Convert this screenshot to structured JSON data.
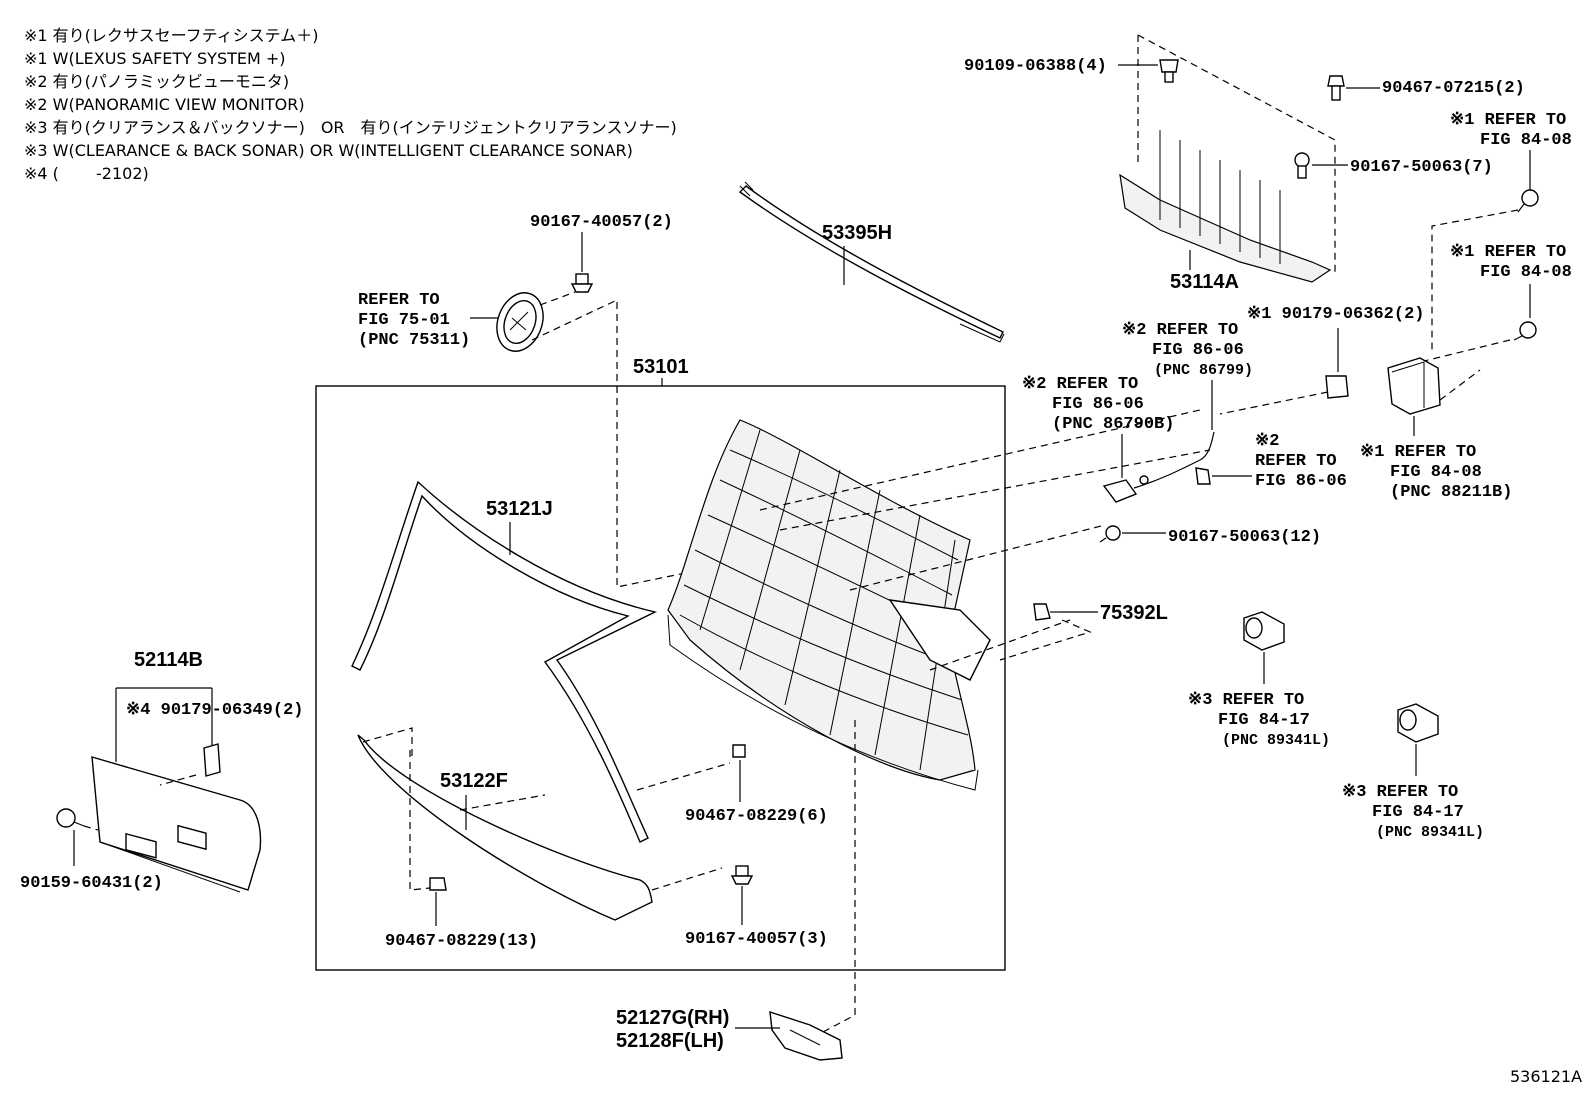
{
  "notes": [
    "※1 有り(レクサスセーフティシステム＋)",
    "※1 W(LEXUS SAFETY SYSTEM +)",
    "※2 有り(パノラミックビューモニタ)",
    "※2 W(PANORAMIC VIEW MONITOR)",
    "※3 有り(クリアランス＆バックソナー)　OR　有り(インテリジェントクリアランスソナー)",
    "※3 W(CLEARANCE & BACK SONAR) OR W(INTELLIGENT CLEARANCE SONAR)",
    "※4 (　　 -2102)"
  ],
  "labels": {
    "p90109_06388": "90109-06388(4)",
    "p90467_07215": "90467-07215(2)",
    "ref1a_l1": "※1 REFER TO",
    "ref1a_l2": "FIG 84-08",
    "p90167_50063_7": "90167-50063(7)",
    "p53114A": "53114A",
    "ref1b_l1": "※1 REFER TO",
    "ref1b_l2": "FIG 84-08",
    "p90179_06362": "※1 90179-06362(2)",
    "ref2a_l1": "※2 REFER TO",
    "ref2a_l2": "FIG 86-06",
    "ref2a_l3": "(PNC 86799)",
    "ref2b_l1": "※2 REFER TO",
    "ref2b_l2": "FIG 86-06",
    "ref2b_l3": "(PNC 86790B)",
    "ref2c_l1": "※2",
    "ref2c_l2": "REFER TO",
    "ref2c_l3": "FIG 86-06",
    "ref1c_l1": "※1 REFER TO",
    "ref1c_l2": "FIG 84-08",
    "ref1c_l3": "(PNC 88211B)",
    "p90167_50063_12": "90167-50063(12)",
    "p75392L": "75392L",
    "ref3a_l1": "※3 REFER TO",
    "ref3a_l2": "FIG 84-17",
    "ref3a_l3": "(PNC 89341L)",
    "ref3b_l1": "※3 REFER TO",
    "ref3b_l2": "FIG 84-17",
    "ref3b_l3": "(PNC 89341L)",
    "p90167_40057_2": "90167-40057(2)",
    "ref75_l1": "REFER TO",
    "ref75_l2": "FIG 75-01",
    "ref75_l3": "(PNC 75311)",
    "p53395H": "53395H",
    "p53101": "53101",
    "p53121J": "53121J",
    "p52114B": "52114B",
    "p90179_06349": "※4 90179-06349(2)",
    "p90159_60431": "90159-60431(2)",
    "p53122F": "53122F",
    "p90467_08229_6": "90467-08229(6)",
    "p90467_08229_13": "90467-08229(13)",
    "p90167_40057_3": "90167-40057(3)",
    "p52127G": "52127G(RH)",
    "p52128F": "52128F(LH)",
    "fig_id": "536121A"
  }
}
